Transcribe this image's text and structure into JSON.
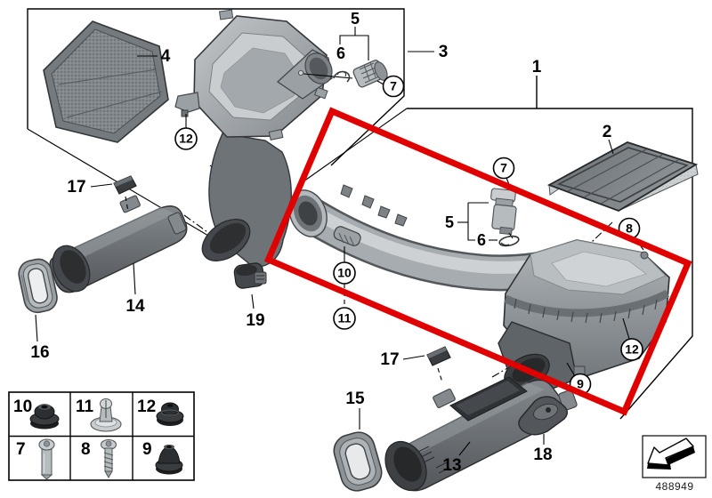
{
  "diagram": {
    "type": "parts-exploded-diagram",
    "description": "Intake silencer / air filter element exploded parts diagram",
    "highlight_color": "#e10000",
    "line_color": "#000000"
  },
  "callouts": {
    "n1": "1",
    "n2": "2",
    "n3": "3",
    "n4": "4",
    "n5_top": "5",
    "n6_top": "6",
    "n5_mid": "5",
    "n6_mid": "6",
    "n13": "13",
    "n14": "14",
    "n15": "15",
    "n16": "16",
    "n17_left": "17",
    "n17_bottom": "17",
    "n18": "18",
    "n19": "19"
  },
  "circled_callouts": {
    "c7_top": "7",
    "c7_mid": "7",
    "c8": "8",
    "c9": "9",
    "c10": "10",
    "c11": "11",
    "c12_left": "12",
    "c12_right": "12"
  },
  "hardware_table": {
    "rows": [
      {
        "cells": [
          {
            "num": "10",
            "icon": "rubber-mount-icon"
          },
          {
            "num": "11",
            "icon": "ball-pin-icon"
          },
          {
            "num": "12",
            "icon": "rubber-grommet-icon"
          }
        ]
      },
      {
        "cells": [
          {
            "num": "7",
            "icon": "torx-screw-icon"
          },
          {
            "num": "8",
            "icon": "self-tapping-screw-icon"
          },
          {
            "num": "9",
            "icon": "rubber-mount-tall-icon"
          }
        ]
      }
    ]
  },
  "footer": {
    "diagram_number": "488949",
    "icon": "direction-arrow-icon"
  }
}
